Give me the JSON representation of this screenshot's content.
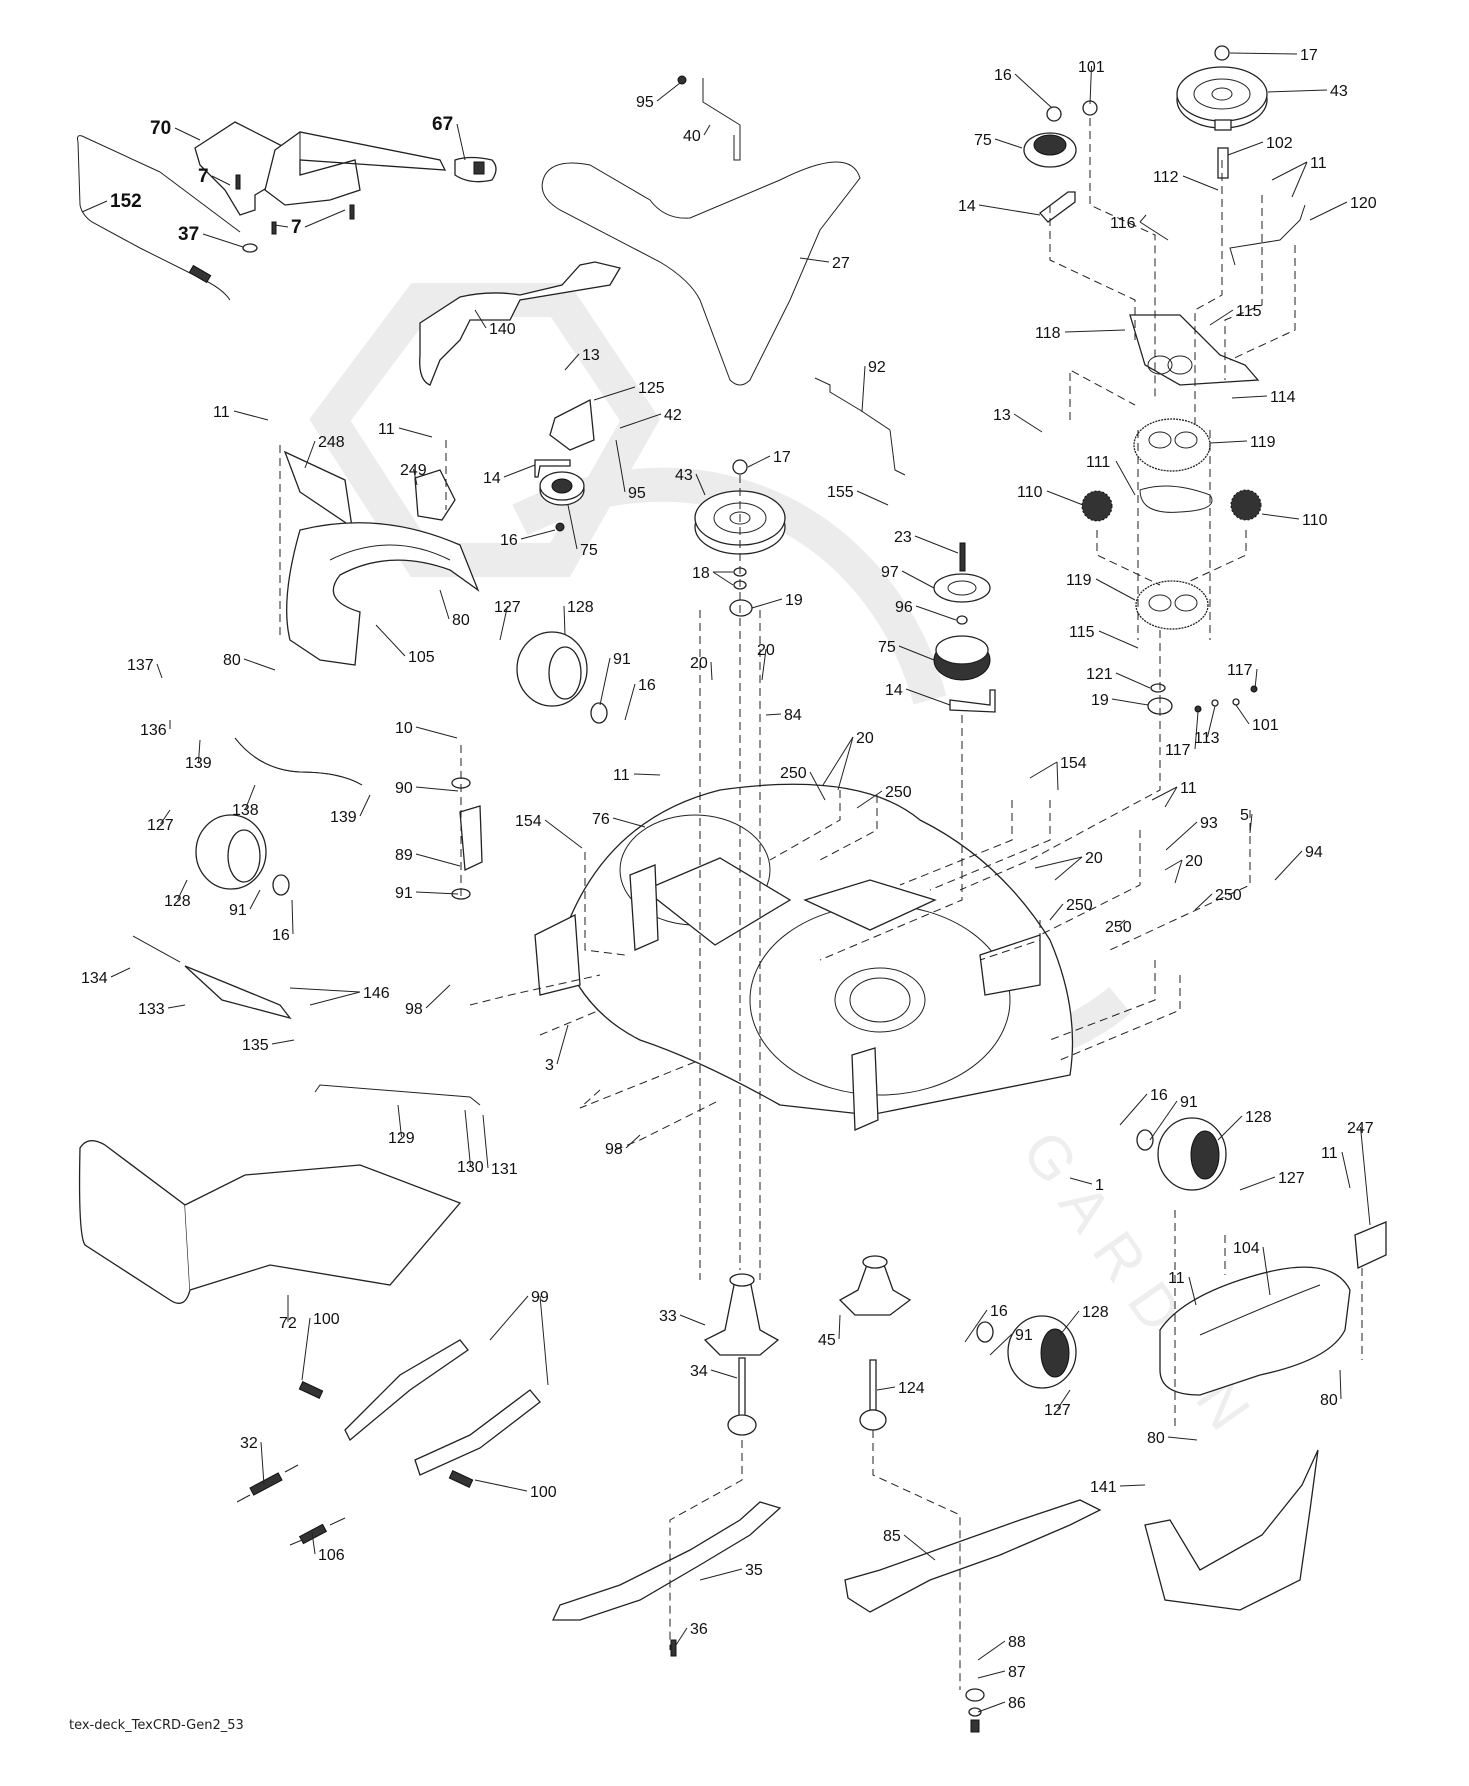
{
  "diagram": {
    "title": "Mower deck parts diagram",
    "caption": "tex-deck_TexCRD-Gen2_53",
    "watermark": "GARDEN",
    "callouts": [
      {
        "id": "c70",
        "label": "70",
        "bold": true
      },
      {
        "id": "c67",
        "label": "67",
        "bold": true
      },
      {
        "id": "c7a",
        "label": "7",
        "bold": true
      },
      {
        "id": "c7b",
        "label": "7",
        "bold": true
      },
      {
        "id": "c152",
        "label": "152",
        "bold": true
      },
      {
        "id": "c37",
        "label": "37",
        "bold": true
      },
      {
        "id": "c95a",
        "label": "95"
      },
      {
        "id": "c40",
        "label": "40"
      },
      {
        "id": "c27",
        "label": "27"
      },
      {
        "id": "c140",
        "label": "140"
      },
      {
        "id": "c16a",
        "label": "16"
      },
      {
        "id": "c101a",
        "label": "101"
      },
      {
        "id": "c17a",
        "label": "17"
      },
      {
        "id": "c43a",
        "label": "43"
      },
      {
        "id": "c75a",
        "label": "75"
      },
      {
        "id": "c102",
        "label": "102"
      },
      {
        "id": "c112",
        "label": "112"
      },
      {
        "id": "c11a",
        "label": "11"
      },
      {
        "id": "c14a",
        "label": "14"
      },
      {
        "id": "c116",
        "label": "116"
      },
      {
        "id": "c120",
        "label": "120"
      },
      {
        "id": "c115a",
        "label": "115"
      },
      {
        "id": "c118",
        "label": "118"
      },
      {
        "id": "c114",
        "label": "114"
      },
      {
        "id": "c13a",
        "label": "13"
      },
      {
        "id": "c119a",
        "label": "119"
      },
      {
        "id": "c111",
        "label": "111"
      },
      {
        "id": "c110a",
        "label": "110"
      },
      {
        "id": "c110b",
        "label": "110"
      },
      {
        "id": "c119b",
        "label": "119"
      },
      {
        "id": "c115b",
        "label": "115"
      },
      {
        "id": "c121",
        "label": "121"
      },
      {
        "id": "c19a",
        "label": "19"
      },
      {
        "id": "c117a",
        "label": "117"
      },
      {
        "id": "c117b",
        "label": "117"
      },
      {
        "id": "c113",
        "label": "113"
      },
      {
        "id": "c101b",
        "label": "101"
      },
      {
        "id": "c13b",
        "label": "13"
      },
      {
        "id": "c125",
        "label": "125"
      },
      {
        "id": "c42",
        "label": "42"
      },
      {
        "id": "c95b",
        "label": "95"
      },
      {
        "id": "c14b",
        "label": "14"
      },
      {
        "id": "c16b",
        "label": "16"
      },
      {
        "id": "c75b",
        "label": "75"
      },
      {
        "id": "c92",
        "label": "92"
      },
      {
        "id": "c155",
        "label": "155"
      },
      {
        "id": "c17b",
        "label": "17"
      },
      {
        "id": "c43b",
        "label": "43"
      },
      {
        "id": "c18",
        "label": "18"
      },
      {
        "id": "c19b",
        "label": "19"
      },
      {
        "id": "c23",
        "label": "23"
      },
      {
        "id": "c97",
        "label": "97"
      },
      {
        "id": "c96",
        "label": "96"
      },
      {
        "id": "c75c",
        "label": "75"
      },
      {
        "id": "c14c",
        "label": "14"
      },
      {
        "id": "c11b",
        "label": "11"
      },
      {
        "id": "c248",
        "label": "248"
      },
      {
        "id": "c11c",
        "label": "11"
      },
      {
        "id": "c249",
        "label": "249"
      },
      {
        "id": "c80a",
        "label": "80"
      },
      {
        "id": "c105",
        "label": "105"
      },
      {
        "id": "c80b",
        "label": "80"
      },
      {
        "id": "c127a",
        "label": "127"
      },
      {
        "id": "c128a",
        "label": "128"
      },
      {
        "id": "c91a",
        "label": "91"
      },
      {
        "id": "c16c",
        "label": "16"
      },
      {
        "id": "c20a",
        "label": "20"
      },
      {
        "id": "c20b",
        "label": "20"
      },
      {
        "id": "c84",
        "label": "84"
      },
      {
        "id": "c137",
        "label": "137"
      },
      {
        "id": "c136",
        "label": "136"
      },
      {
        "id": "c139a",
        "label": "139"
      },
      {
        "id": "c138",
        "label": "138"
      },
      {
        "id": "c139b",
        "label": "139"
      },
      {
        "id": "c10",
        "label": "10"
      },
      {
        "id": "c90",
        "label": "90"
      },
      {
        "id": "c89",
        "label": "89"
      },
      {
        "id": "c91b",
        "label": "91"
      },
      {
        "id": "c11d",
        "label": "11"
      },
      {
        "id": "c76",
        "label": "76"
      },
      {
        "id": "c20c",
        "label": "20"
      },
      {
        "id": "c250a",
        "label": "250"
      },
      {
        "id": "c250b",
        "label": "250"
      },
      {
        "id": "c154a",
        "label": "154"
      },
      {
        "id": "c154b",
        "label": "154"
      },
      {
        "id": "c11e",
        "label": "11"
      },
      {
        "id": "c93",
        "label": "93"
      },
      {
        "id": "c5",
        "label": "5"
      },
      {
        "id": "c94",
        "label": "94"
      },
      {
        "id": "c20d",
        "label": "20"
      },
      {
        "id": "c250c",
        "label": "250"
      },
      {
        "id": "c20e",
        "label": "20"
      },
      {
        "id": "c250d",
        "label": "250"
      },
      {
        "id": "c250e",
        "label": "250"
      },
      {
        "id": "c127b",
        "label": "127"
      },
      {
        "id": "c128b",
        "label": "128"
      },
      {
        "id": "c91c",
        "label": "91"
      },
      {
        "id": "c16d",
        "label": "16"
      },
      {
        "id": "c134",
        "label": "134"
      },
      {
        "id": "c146",
        "label": "146"
      },
      {
        "id": "c133",
        "label": "133"
      },
      {
        "id": "c135",
        "label": "135"
      },
      {
        "id": "c98a",
        "label": "98"
      },
      {
        "id": "c3",
        "label": "3"
      },
      {
        "id": "c129",
        "label": "129"
      },
      {
        "id": "c130",
        "label": "130"
      },
      {
        "id": "c131",
        "label": "131"
      },
      {
        "id": "c98b",
        "label": "98"
      },
      {
        "id": "c1",
        "label": "1"
      },
      {
        "id": "c16e",
        "label": "16"
      },
      {
        "id": "c91d",
        "label": "91"
      },
      {
        "id": "c128c",
        "label": "128"
      },
      {
        "id": "c127c",
        "label": "127"
      },
      {
        "id": "c247",
        "label": "247"
      },
      {
        "id": "c11f",
        "label": "11"
      },
      {
        "id": "c104",
        "label": "104"
      },
      {
        "id": "c11g",
        "label": "11"
      },
      {
        "id": "c80c",
        "label": "80"
      },
      {
        "id": "c80d",
        "label": "80"
      },
      {
        "id": "c72",
        "label": "72"
      },
      {
        "id": "c99",
        "label": "99"
      },
      {
        "id": "c100a",
        "label": "100"
      },
      {
        "id": "c100b",
        "label": "100"
      },
      {
        "id": "c33",
        "label": "33"
      },
      {
        "id": "c45",
        "label": "45"
      },
      {
        "id": "c16f",
        "label": "16"
      },
      {
        "id": "c91e",
        "label": "91"
      },
      {
        "id": "c128d",
        "label": "128"
      },
      {
        "id": "c127d",
        "label": "127"
      },
      {
        "id": "c34",
        "label": "34"
      },
      {
        "id": "c124",
        "label": "124"
      },
      {
        "id": "c32",
        "label": "32"
      },
      {
        "id": "c106",
        "label": "106"
      },
      {
        "id": "c85",
        "label": "85"
      },
      {
        "id": "c141",
        "label": "141"
      },
      {
        "id": "c35",
        "label": "35"
      },
      {
        "id": "c36",
        "label": "36"
      },
      {
        "id": "c88",
        "label": "88"
      },
      {
        "id": "c87",
        "label": "87"
      },
      {
        "id": "c86",
        "label": "86"
      }
    ]
  }
}
